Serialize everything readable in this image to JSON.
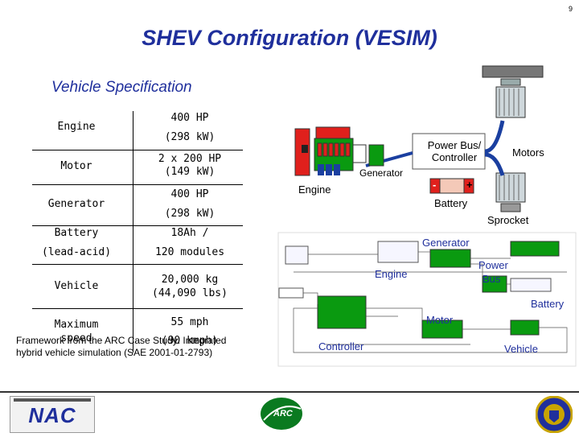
{
  "page_number": "9",
  "title": "SHEV Configuration (VESIM)",
  "subtitle": "Vehicle Specification",
  "specs": [
    {
      "label": "Engine",
      "value1": "400 HP",
      "value2": "(298 kW)"
    },
    {
      "label": "Motor",
      "value1": "2 x 200 HP",
      "value2": "(149 kW)"
    },
    {
      "label": "Generator",
      "value1": "400 HP",
      "value2": "(298 kW)"
    },
    {
      "label": "Battery",
      "label2": "(lead-acid)",
      "value1": "18Ah /",
      "value2": "120 modules"
    },
    {
      "label": "Vehicle",
      "value1": "20,000 kg",
      "value2": "(44,090 lbs)"
    },
    {
      "label": "Maximum",
      "label2": "speed",
      "value1": "55 mph",
      "value2": "(90 kmph)"
    }
  ],
  "caption": {
    "line1": "Framework from the ARC Case Study: Integrated",
    "line2": "hybrid vehicle simulation (SAE 2001-01-2793)"
  },
  "schematic": {
    "engine": "Engine",
    "generator": "Generator",
    "power_bus": "Power Bus/",
    "controller": "Controller",
    "motors": "Motors",
    "battery": "Battery",
    "sprocket": "Sprocket",
    "minus": "-",
    "plus": "+"
  },
  "sim_labels": {
    "generator": "Generator",
    "power": "Power",
    "bus": "Bus",
    "engine": "Engine",
    "battery": "Battery",
    "motor": "Motor",
    "controller": "Controller",
    "vehicle": "Vehicle"
  },
  "footer": {
    "nac_logo": "NAC",
    "arc_logo": "ARC"
  },
  "colors": {
    "title": "#1f2f9c",
    "sim_label": "#1f2f9c",
    "green_block": "#0a9a10",
    "battery_red": "#e0201c"
  }
}
